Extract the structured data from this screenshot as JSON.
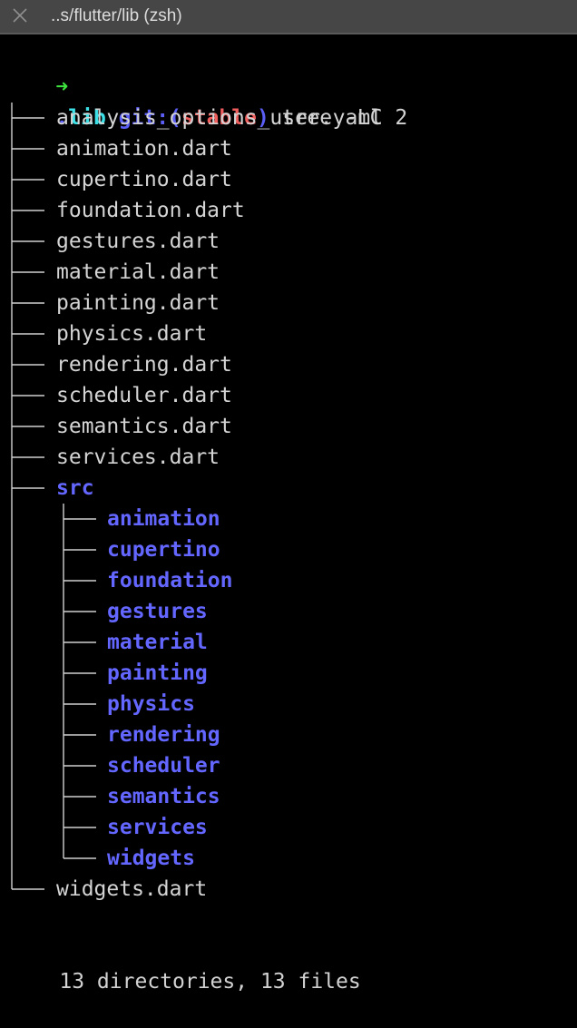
{
  "window": {
    "title": "..s/flutter/lib (zsh)",
    "close_icon": "close-icon"
  },
  "prompt": {
    "arrow": "➜",
    "directory": "lib",
    "git_prefix": "git:(",
    "branch": "stable",
    "git_suffix": ")",
    "command": "tree -LC 2"
  },
  "tree": {
    "root": ".",
    "top_files_before_src": [
      "analysis_options_user.yaml",
      "animation.dart",
      "cupertino.dart",
      "foundation.dart",
      "gestures.dart",
      "material.dart",
      "painting.dart",
      "physics.dart",
      "rendering.dart",
      "scheduler.dart",
      "semantics.dart",
      "services.dart"
    ],
    "src_dir": "src",
    "src_subdirs": [
      "animation",
      "cupertino",
      "foundation",
      "gestures",
      "material",
      "painting",
      "physics",
      "rendering",
      "scheduler",
      "semantics",
      "services",
      "widgets"
    ],
    "last_file": "widgets.dart"
  },
  "summary": "13 directories, 13 files",
  "colors": {
    "background": "#000000",
    "prompt_arrow": "#3ee53e",
    "prompt_dir": "#3ce0e6",
    "git_label": "#5b5ff5",
    "branch": "#ef5d5d",
    "directory": "#6366ff",
    "file": "#d4d4d4",
    "tree_lines": "#cfcfcf"
  }
}
